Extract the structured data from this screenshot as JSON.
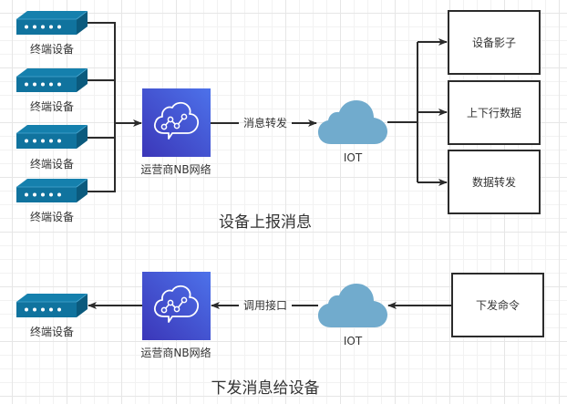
{
  "colors": {
    "device": "#10739e",
    "device_dark": "#0b5a7d",
    "device_top": "#2a8fbd",
    "nb_start": "#3b36b8",
    "nb_end": "#4d72ea",
    "cloud": "#71abcd",
    "edge": "#2b2b2b"
  },
  "upload": {
    "title": "设备上报消息",
    "devices": [
      {
        "label": "终端设备"
      },
      {
        "label": "终端设备"
      },
      {
        "label": "终端设备"
      },
      {
        "label": "终端设备"
      }
    ],
    "network": {
      "label": "运营商NB网络",
      "icon": "cloud-chat-icon"
    },
    "edge_label": "消息转发",
    "platform": {
      "label": "IOT",
      "icon": "cloud-icon"
    },
    "outputs": [
      {
        "label": "设备影子"
      },
      {
        "label": "上下行数据"
      },
      {
        "label": "数据转发"
      }
    ]
  },
  "download": {
    "title": "下发消息给设备",
    "device": {
      "label": "终端设备"
    },
    "network": {
      "label": "运营商NB网络",
      "icon": "cloud-chat-icon"
    },
    "edge_label": "调用接口",
    "platform": {
      "label": "IOT",
      "icon": "cloud-icon"
    },
    "command": {
      "label": "下发命令"
    }
  }
}
